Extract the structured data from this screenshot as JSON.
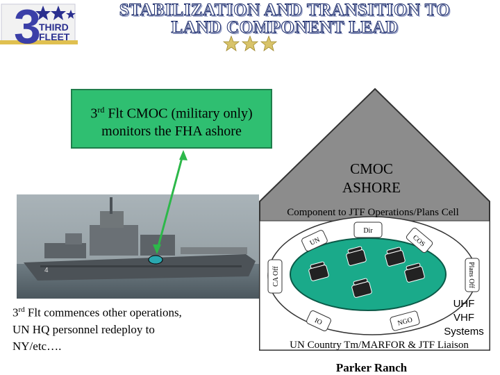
{
  "header": {
    "title_line1": "STABILIZATION AND TRANSITION TO",
    "title_line2": "LAND COMPONENT LEAD",
    "logo_line1": "THIRD",
    "logo_line2": "FLEET",
    "logo_numeral": "3"
  },
  "callout": {
    "superscript": "rd",
    "line1_prefix": "3",
    "line1_rest": " Flt CMOC (military only)",
    "line2": "monitors the FHA ashore"
  },
  "house": {
    "roof_line1": "CMOC",
    "roof_line2": "ASHORE",
    "cell_title": "Component to JTF  Operations/Plans Cell",
    "tabs": {
      "top": "Dir",
      "top_left": "UN",
      "top_right": "COS",
      "left": "CA Off",
      "right": "Plans Off",
      "bottom_left": "IO",
      "bottom_right": "NGO"
    },
    "radios": {
      "line1": "UHF",
      "line2": "VHF",
      "line3": "Systems"
    },
    "footer": "UN Country Tm/MARFOR & JTF Liaison"
  },
  "ship": {
    "caption_prefix": "3",
    "caption_sup": "rd",
    "caption_line1_rest": " Flt commences other operations,",
    "caption_line2": "UN HQ personnel redeploy to",
    "caption_line3": "NY/etc…."
  },
  "location": "Parker Ranch",
  "colors": {
    "house_fill": "#8c8c8c",
    "callout_green": "#2fbf71",
    "table_teal": "#1aaa8a",
    "arrow_green": "#2db84a",
    "title_navy": "#1a2a6b",
    "logo_blue": "#3b3fa8"
  }
}
